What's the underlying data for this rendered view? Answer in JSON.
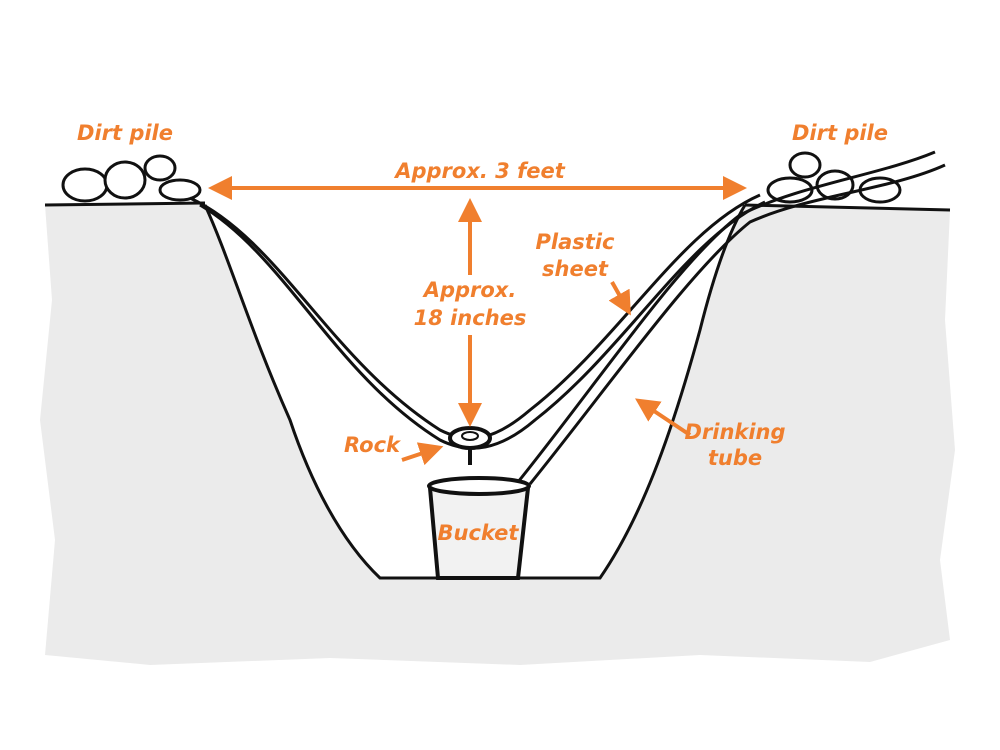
{
  "colors": {
    "accent": "#f07f2e",
    "ground": "#ebebeb",
    "ink": "#111111"
  },
  "labels": {
    "dirt_pile_left": "Dirt pile",
    "dirt_pile_right": "Dirt pile",
    "width": "Approx. 3 feet",
    "depth_line1": "Approx.",
    "depth_line2": "18 inches",
    "plastic_line1": "Plastic",
    "plastic_line2": "sheet",
    "tube_line1": "Drinking",
    "tube_line2": "tube",
    "rock": "Rock",
    "bucket": "Bucket"
  }
}
